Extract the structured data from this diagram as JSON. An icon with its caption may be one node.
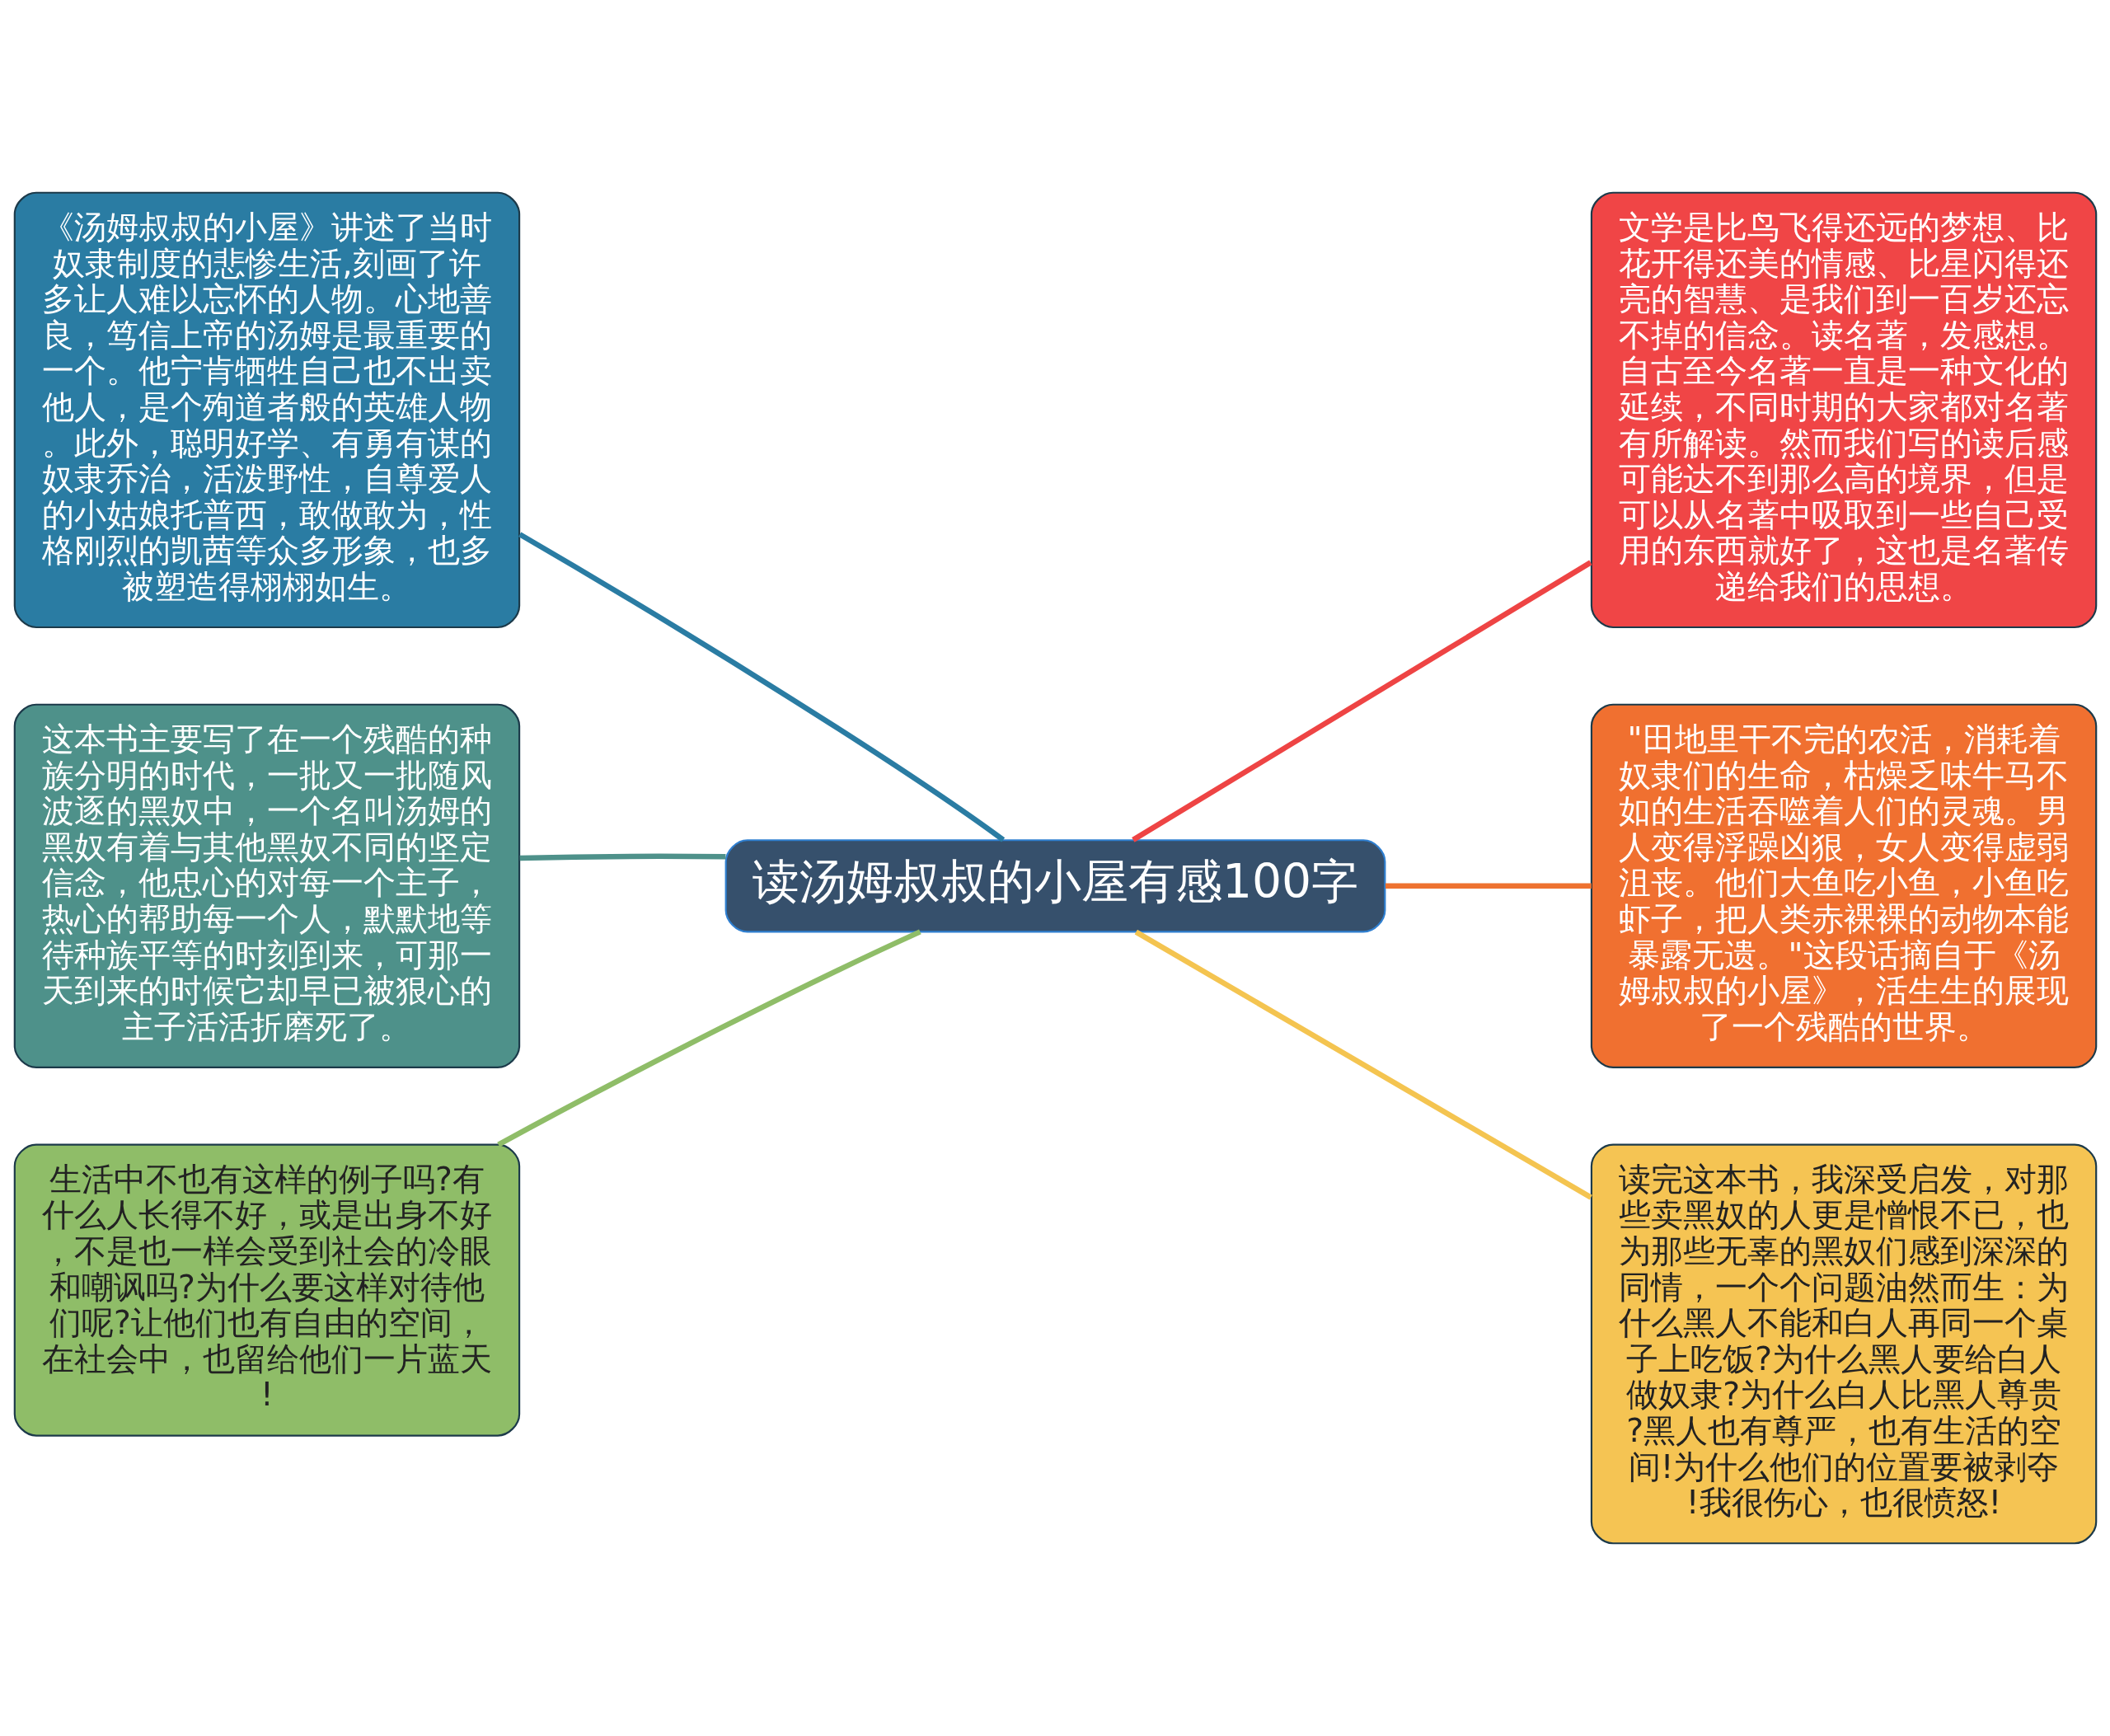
{
  "diagram": {
    "nodes": [
      {
        "text": [
          "读汤姆叔叔的小屋有感100字"
        ]
      },
      {
        "text": [
          "《汤姆叔叔的小屋》讲述了当时奴隶制度的悲惨生活,刻画了许多让人难以忘怀的人物。心地善良，笃信上帝的汤姆是最重要的一个。他宁肯牺牲自己也不出卖他人，是个殉道者般的英雄人物。此外，聪明好学、有勇有谋的奴隶乔治，活泼野性，自尊爱人的小姑娘托普西，敢做敢为，性格刚烈的凯茜等众多形象，也多被塑造得栩栩如生。"
        ]
      },
      {
        "text": [
          "这本书主要写了在一个残酷的种族分明的时代，一批又一批随风波逐的黑奴中，一个名叫汤姆的黑奴有着与其他黑奴不同的坚定信念，他忠心的对每一个主子，热心的帮助每一个人，默默地等待种族平等的时刻到来，可那一天到来的时候它却早已被狠心的主子活活折磨死了。"
        ]
      },
      {
        "text": [
          "生活中不也有这样的例子吗?有什么人长得不好，或是出身不好，不是也一样会受到社会的冷眼和嘲讽吗?为什么要这样对待他们呢?让他们也有自由的空间，在社会中，也留给他们一片蓝天!"
        ]
      },
      {
        "text": [
          "文学是比鸟飞得还远的梦想、比花开得还美的情感、比星闪得还亮的智慧、是我们到一百岁还忘不掉的信念。读名著，发感想。自古至今名著一直是一种文化的延续，不同时期的大家都对名著有所解读。然而我们写的读后感可能达不到那么高的境界，但是可以从名著中吸取到一些自己受用的东西就好了，这也是名著传递给我们的思想。"
        ]
      },
      {
        "text": [
          "\"田地里干不完的农活，消耗着奴隶们的生命，枯燥乏味牛马不如的生活吞噬着人们的灵魂。男人变得浮躁凶狠，女人变得虚弱沮丧。他们大鱼吃小鱼，小鱼吃虾子，把人类赤裸裸的动物本能暴露无遗。\"这段话摘自于《汤姆叔叔的小屋》，活生生的展现了一个残酷的世界。"
        ]
      },
      {
        "text": [
          "读完这本书，我深受启发，对那些卖黑奴的人更是憎恨不已，也为那些无辜的黑奴们感到深深的同情，一个个问题油然而生：为什么黑人不能和白人再同一个桌子上吃饭?为什么黑人要给白人做奴隶?为什么白人比黑人尊贵?黑人也有尊严，也有生活的空间!为什么他们的位置要被剥夺!我很伤心，也很愤怒!"
        ]
      }
    ],
    "edges": [
      {
        "from": 0,
        "to": 1,
        "arrow": "none",
        "color": "#2a7ca3"
      },
      {
        "from": 0,
        "to": 2,
        "arrow": "none",
        "color": "#4e918a"
      },
      {
        "from": 0,
        "to": 3,
        "arrow": "none",
        "color": "#8fbd68"
      },
      {
        "from": 0,
        "to": 4,
        "arrow": "none",
        "color": "#ee4444"
      },
      {
        "from": 0,
        "to": 5,
        "arrow": "none",
        "color": "#ee7230"
      },
      {
        "from": 0,
        "to": 6,
        "arrow": "none",
        "color": "#f4c450"
      }
    ]
  }
}
